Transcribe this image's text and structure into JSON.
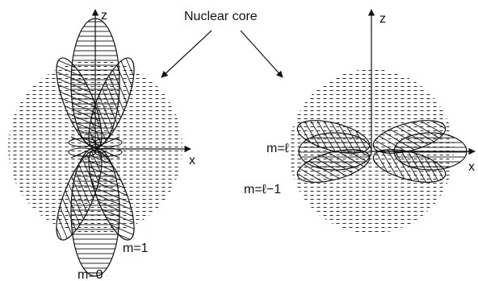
{
  "title_label": "Nuclear core",
  "left": {
    "axis_z": "z",
    "axis_x": "x",
    "label_m0": "m=0",
    "label_m1": "m=1"
  },
  "right": {
    "axis_z": "z",
    "axis_x": "x",
    "label_ml": "m=ℓ",
    "label_ml1": "m=ℓ−1"
  }
}
